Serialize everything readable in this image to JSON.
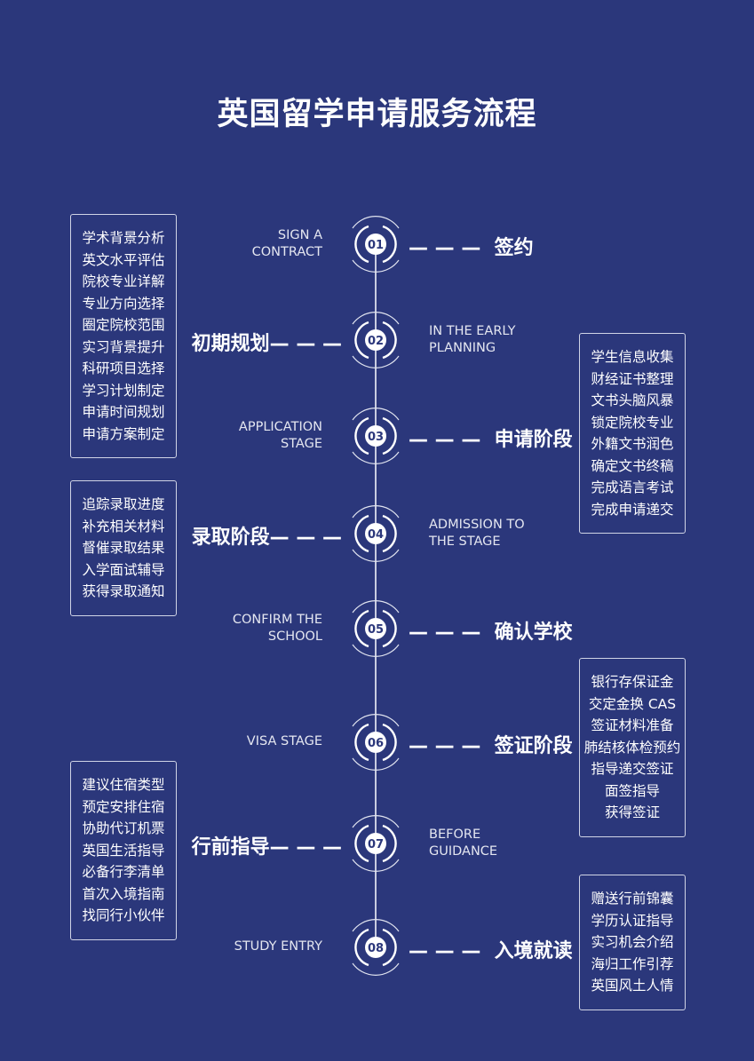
{
  "title": "英国留学申请服务流程",
  "steps": [
    {
      "num": "01",
      "en": [
        "SIGN A",
        "CONTRACT"
      ],
      "cn": "签约"
    },
    {
      "num": "02",
      "en": [
        "IN THE EARLY",
        "PLANNING"
      ],
      "cn": "初期规划"
    },
    {
      "num": "03",
      "en": [
        "APPLICATION",
        "STAGE"
      ],
      "cn": "申请阶段"
    },
    {
      "num": "04",
      "en": [
        "ADMISSION TO",
        "THE STAGE"
      ],
      "cn": "录取阶段"
    },
    {
      "num": "05",
      "en": [
        "CONFIRM THE",
        "SCHOOL"
      ],
      "cn": "确认学校"
    },
    {
      "num": "06",
      "en": [
        "VISA STAGE"
      ],
      "cn": "签证阶段"
    },
    {
      "num": "07",
      "en": [
        "BEFORE",
        "GUIDANCE"
      ],
      "cn": "行前指导"
    },
    {
      "num": "08",
      "en": [
        "STUDY ENTRY"
      ],
      "cn": "入境就读"
    }
  ],
  "boxes": [
    [
      "学术背景分析",
      "英文水平评估",
      "院校专业详解",
      "专业方向选择",
      "圈定院校范围",
      "实习背景提升",
      "科研项目选择",
      "学习计划制定",
      "申请时间规划",
      "申请方案制定"
    ],
    [
      "学生信息收集",
      "财经证书整理",
      "文书头脑风暴",
      "锁定院校专业",
      "外籍文书润色",
      "确定文书终稿",
      "完成语言考试",
      "完成申请递交"
    ],
    [
      "追踪录取进度",
      "补充相关材料",
      "督催录取结果",
      "入学面试辅导",
      "获得录取通知"
    ],
    [
      "银行存保证金",
      "交定金换 CAS",
      "签证材料准备",
      "肺结核体检预约",
      "指导递交签证",
      "面签指导",
      "获得签证"
    ],
    [
      "建议住宿类型",
      "预定安排住宿",
      "协助代订机票",
      "英国生活指导",
      "必备行李清单",
      "首次入境指南",
      "找同行小伙伴"
    ],
    [
      "赠送行前锦囊",
      "学历认证指导",
      "实习机会介绍",
      "海归工作引荐",
      "英国风土人情"
    ]
  ],
  "dash": "— — —"
}
